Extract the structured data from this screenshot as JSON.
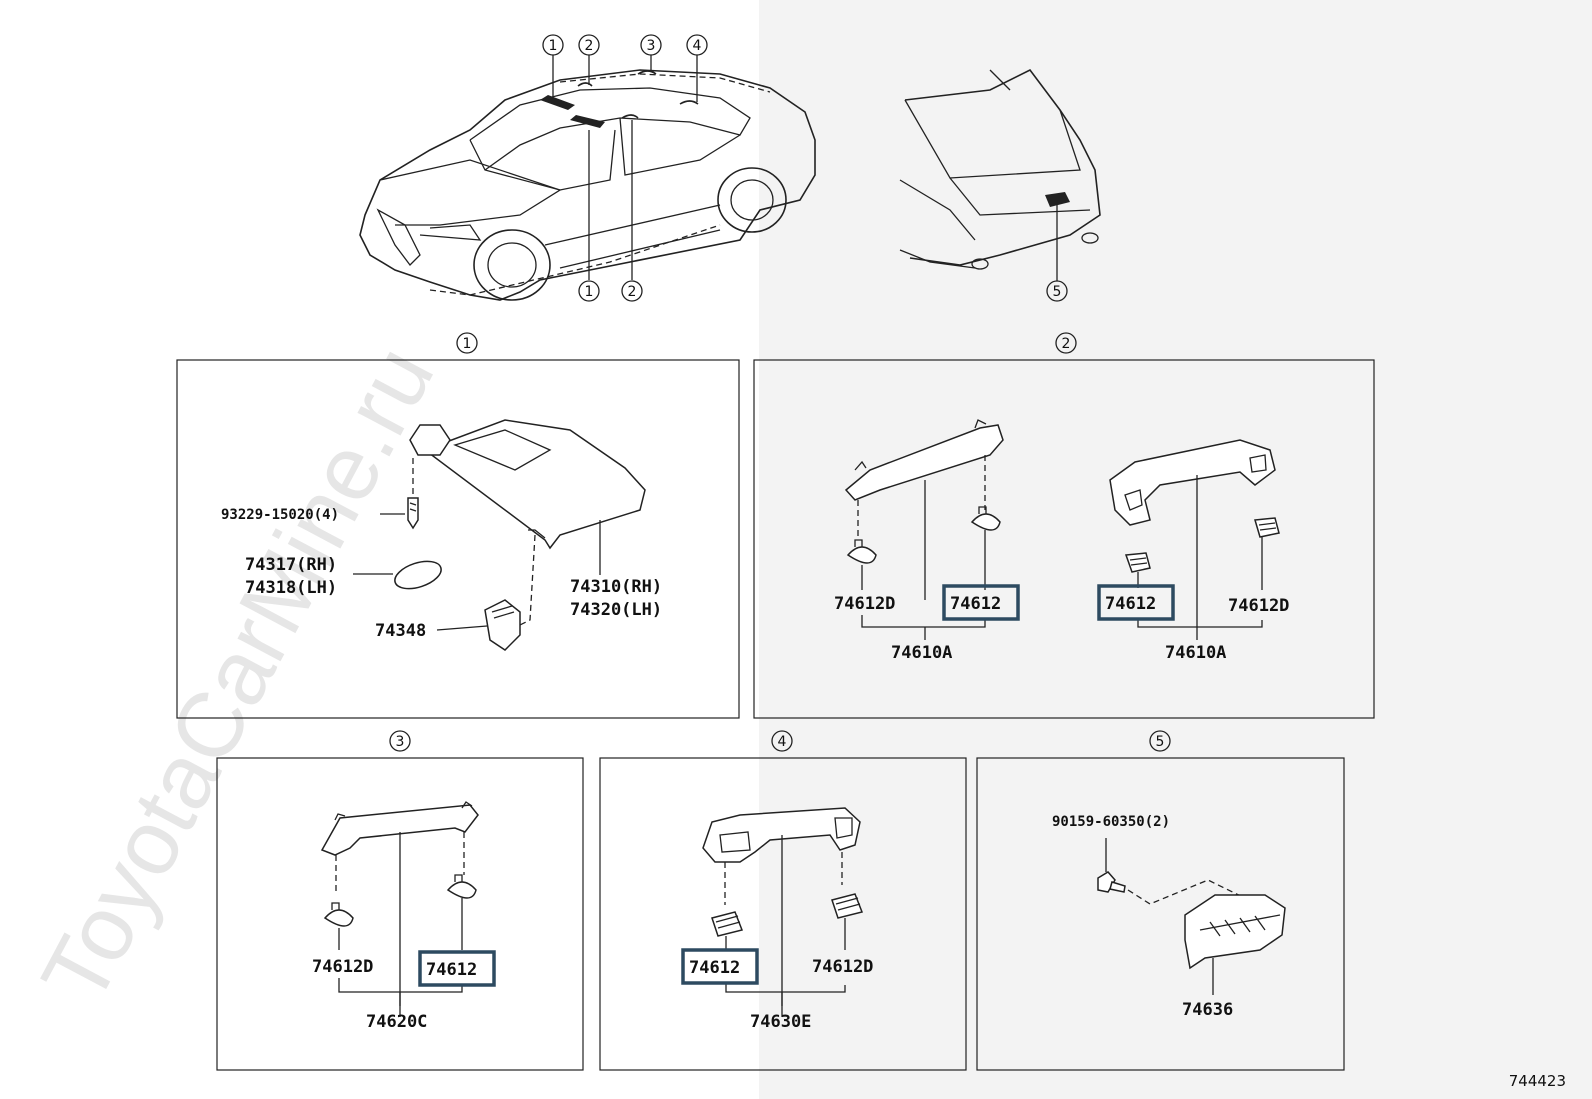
{
  "watermark": "ToyotaCarMine.ru",
  "diagram_id": "744423",
  "overview": {
    "top_callouts": [
      "1",
      "2",
      "3",
      "4"
    ],
    "bottom_callouts": [
      "1",
      "2"
    ],
    "rear_callout": "5"
  },
  "panels": [
    {
      "num": "1",
      "labels": {
        "screw": "93229-15020(4)",
        "cover_rh": "74317(RH)",
        "cover_lh": "74318(LH)",
        "visor_rh": "74310(RH)",
        "visor_lh": "74320(LH)",
        "holder": "74348"
      }
    },
    {
      "num": "2",
      "labels": {
        "left_plug_d": "74612D",
        "left_plug": "74612",
        "left_assy": "74610A",
        "right_plug": "74612",
        "right_plug_d": "74612D",
        "right_assy": "74610A"
      }
    },
    {
      "num": "3",
      "labels": {
        "plug_d": "74612D",
        "plug": "74612",
        "assy": "74620C"
      }
    },
    {
      "num": "4",
      "labels": {
        "plug": "74612",
        "plug_d": "74612D",
        "assy": "74630E"
      }
    },
    {
      "num": "5",
      "labels": {
        "bolt": "90159-60350(2)",
        "handle": "74636"
      }
    }
  ]
}
